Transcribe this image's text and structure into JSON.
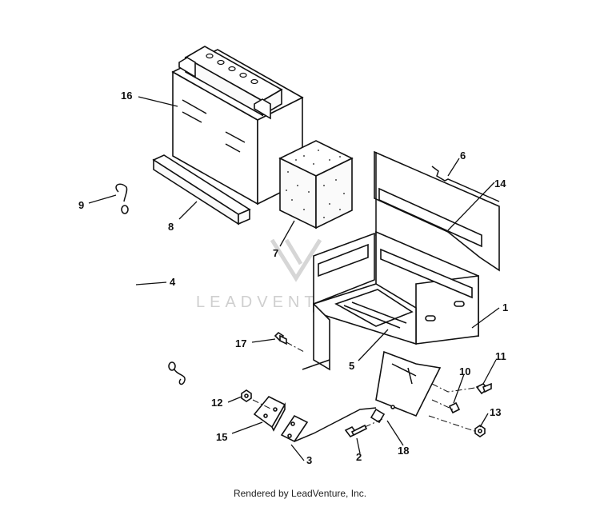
{
  "diagram": {
    "callouts": [
      {
        "id": "16",
        "label": "16"
      },
      {
        "id": "8",
        "label": "8"
      },
      {
        "id": "9",
        "label": "9"
      },
      {
        "id": "4",
        "label": "4"
      },
      {
        "id": "7",
        "label": "7"
      },
      {
        "id": "6",
        "label": "6"
      },
      {
        "id": "14",
        "label": "14"
      },
      {
        "id": "1",
        "label": "1"
      },
      {
        "id": "17",
        "label": "17"
      },
      {
        "id": "5",
        "label": "5"
      },
      {
        "id": "11",
        "label": "11"
      },
      {
        "id": "10",
        "label": "10"
      },
      {
        "id": "12",
        "label": "12"
      },
      {
        "id": "13",
        "label": "13"
      },
      {
        "id": "15",
        "label": "15"
      },
      {
        "id": "3",
        "label": "3"
      },
      {
        "id": "2",
        "label": "2"
      },
      {
        "id": "18",
        "label": "18"
      }
    ],
    "watermark": "LEADVENTURE",
    "footer": "Rendered by LeadVenture, Inc."
  }
}
